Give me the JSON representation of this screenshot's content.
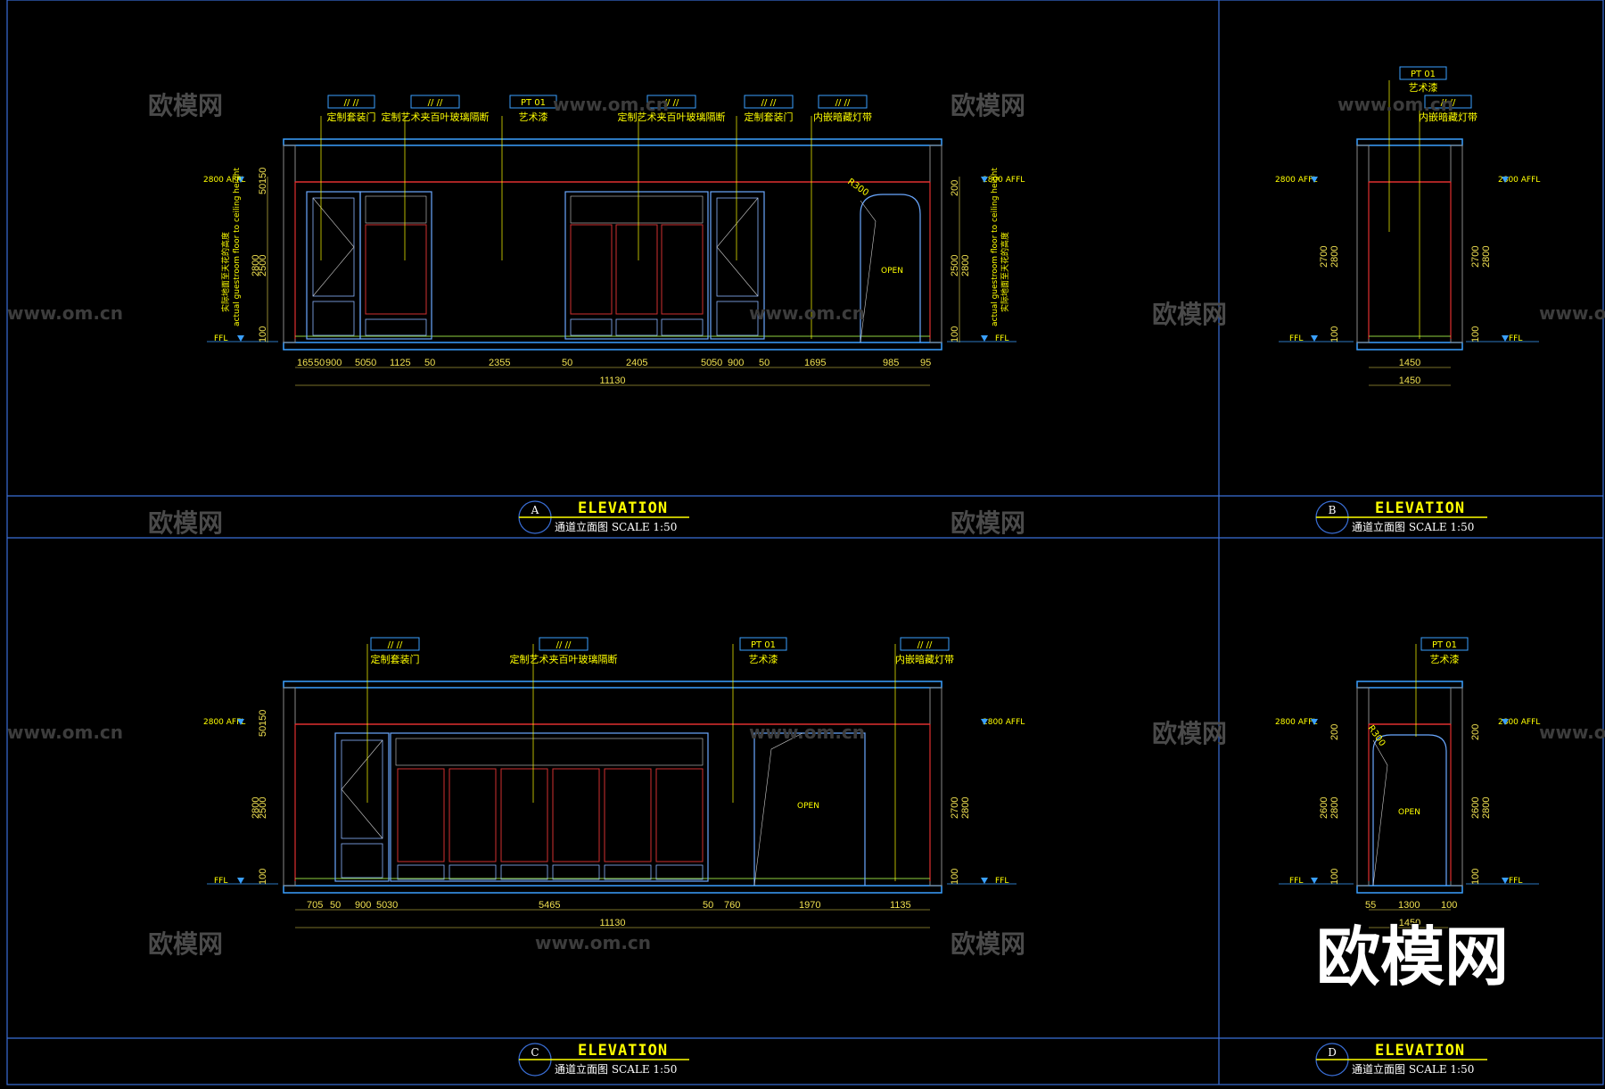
{
  "drawing": {
    "panels": [
      {
        "letter": "A",
        "title": "ELEVATION",
        "subtitle": "通道立面图  SCALE 1:50"
      },
      {
        "letter": "B",
        "title": "ELEVATION",
        "subtitle": "通道立面图  SCALE 1:50"
      },
      {
        "letter": "C",
        "title": "ELEVATION",
        "subtitle": "通道立面图  SCALE 1:50"
      },
      {
        "letter": "D",
        "title": "ELEVATION",
        "subtitle": "通道立面图  SCALE 1:50"
      }
    ],
    "panelA": {
      "tags": [
        {
          "code": "// //",
          "label": "定制套装门"
        },
        {
          "code": "// //",
          "label": "定制艺术夹百叶玻璃隔断"
        },
        {
          "code": "PT 01",
          "label": "艺术漆"
        },
        {
          "code": "// //",
          "label": "定制艺术夹百叶玻璃隔断"
        },
        {
          "code": "// //",
          "label": "定制套装门"
        },
        {
          "code": "// //",
          "label": "内嵌暗藏灯带"
        }
      ],
      "level_top": "2800 AFFL",
      "level_bottom": "FFL",
      "vertical_note_1": "实际地面至天花的高度",
      "vertical_note_2": "actual guestroom floor to ceiling height",
      "left_dims": [
        "50",
        "150",
        "2500",
        "2800",
        "100"
      ],
      "right_dims": [
        "200",
        "2500",
        "2800",
        "100"
      ],
      "bottom_dims": [
        "165",
        "50",
        "900",
        "50",
        "50",
        "1125",
        "50",
        "2355",
        "50",
        "2405",
        "50",
        "50",
        "900",
        "50",
        "1695",
        "985",
        "95"
      ],
      "total": "11130",
      "radius": "R300",
      "open_label": "OPEN"
    },
    "panelB": {
      "tags": [
        {
          "code": "PT 01",
          "label": "艺术漆"
        },
        {
          "code": "// //",
          "label": "内嵌暗藏灯带"
        }
      ],
      "level_top": "2800 AFFL",
      "level_bottom": "FFL",
      "left_dims": [
        "2700",
        "2800",
        "100"
      ],
      "right_dims": [
        "2700",
        "2800",
        "100"
      ],
      "bottom_dims": [
        "1450"
      ],
      "total": "1450"
    },
    "panelC": {
      "tags": [
        {
          "code": "// //",
          "label": "定制套装门"
        },
        {
          "code": "// //",
          "label": "定制艺术夹百叶玻璃隔断"
        },
        {
          "code": "PT 01",
          "label": "艺术漆"
        },
        {
          "code": "// //",
          "label": "内嵌暗藏灯带"
        }
      ],
      "level_top": "2800 AFFL",
      "level_bottom": "FFL",
      "left_dims": [
        "50",
        "150",
        "2500",
        "2800",
        "100"
      ],
      "right_dims": [
        "2700",
        "2800",
        "100"
      ],
      "bottom_dims": [
        "705",
        "50",
        "900",
        "50",
        "30",
        "5465",
        "50",
        "760",
        "1970",
        "1135"
      ],
      "total": "11130",
      "open_label": "OPEN"
    },
    "panelD": {
      "tags": [
        {
          "code": "PT 01",
          "label": "艺术漆"
        }
      ],
      "level_top": "2800 AFFL",
      "level_bottom": "FFL",
      "left_dims": [
        "200",
        "2600",
        "2800",
        "100"
      ],
      "right_dims": [
        "200",
        "2600",
        "2800",
        "100"
      ],
      "bottom_dims": [
        "55",
        "1300",
        "100"
      ],
      "total": "1450",
      "radius": "R300",
      "open_label": "OPEN"
    },
    "watermark": "欧模网",
    "watermark_url": "www.om.cn"
  }
}
